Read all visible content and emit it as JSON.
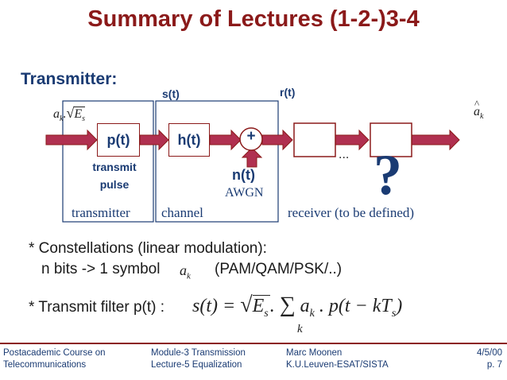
{
  "slide": {
    "title": "Summary of Lectures (1-2-)3-4",
    "section": "Transmitter:"
  },
  "diagram": {
    "input_label": "a",
    "input_sub": "k",
    "input_mid": ".",
    "input_sqrt_var": "E",
    "input_sqrt_sub": "s",
    "signal_s": "s(t)",
    "signal_r": "r(t)",
    "block_p": "p(t)",
    "block_h": "h(t)",
    "adder": "+",
    "noise": "n(t)",
    "awgn": "AWGN",
    "transmit_pulse_line1": "transmit",
    "transmit_pulse_line2": "pulse",
    "dots": "...",
    "question": "?",
    "output_label": "a",
    "output_sub": "k",
    "output_hat": "^",
    "label_transmitter": "transmitter",
    "label_channel": "channel",
    "label_receiver": "receiver (to be defined)"
  },
  "bullets": {
    "constellations_line1": "* Constellations (linear modulation):",
    "constellations_line2": "n bits -> 1 symbol",
    "symbol_var": "a",
    "symbol_sub": "k",
    "constellations_types": "(PAM/QAM/PSK/..)",
    "filter_label": "* Transmit filter p(t) :",
    "formula": {
      "lhs": "s(t) =",
      "es": "E",
      "es_sub": "s",
      "dot1": ".",
      "sigma": "∑",
      "sum_index": "k",
      "ak": "a",
      "ak_sub": "k",
      "rest": ". p(t − kT",
      "ts_sub": "s",
      "close": ")"
    }
  },
  "footer": {
    "course_line1": "Postacademic Course on",
    "course_line2": "Telecommunications",
    "module_line1": "Module-3  Transmission",
    "module_line2": "Lecture-5  Equalization",
    "author_line1": "Marc Moonen",
    "author_line2": "K.U.Leuven-ESAT/SISTA",
    "date": "4/5/00",
    "page": "p. 7"
  },
  "colors": {
    "title": "#8b1a1a",
    "accent_blue": "#1a3b73",
    "arrow_fill": "#b03050",
    "block_border": "#8b1a1a"
  }
}
